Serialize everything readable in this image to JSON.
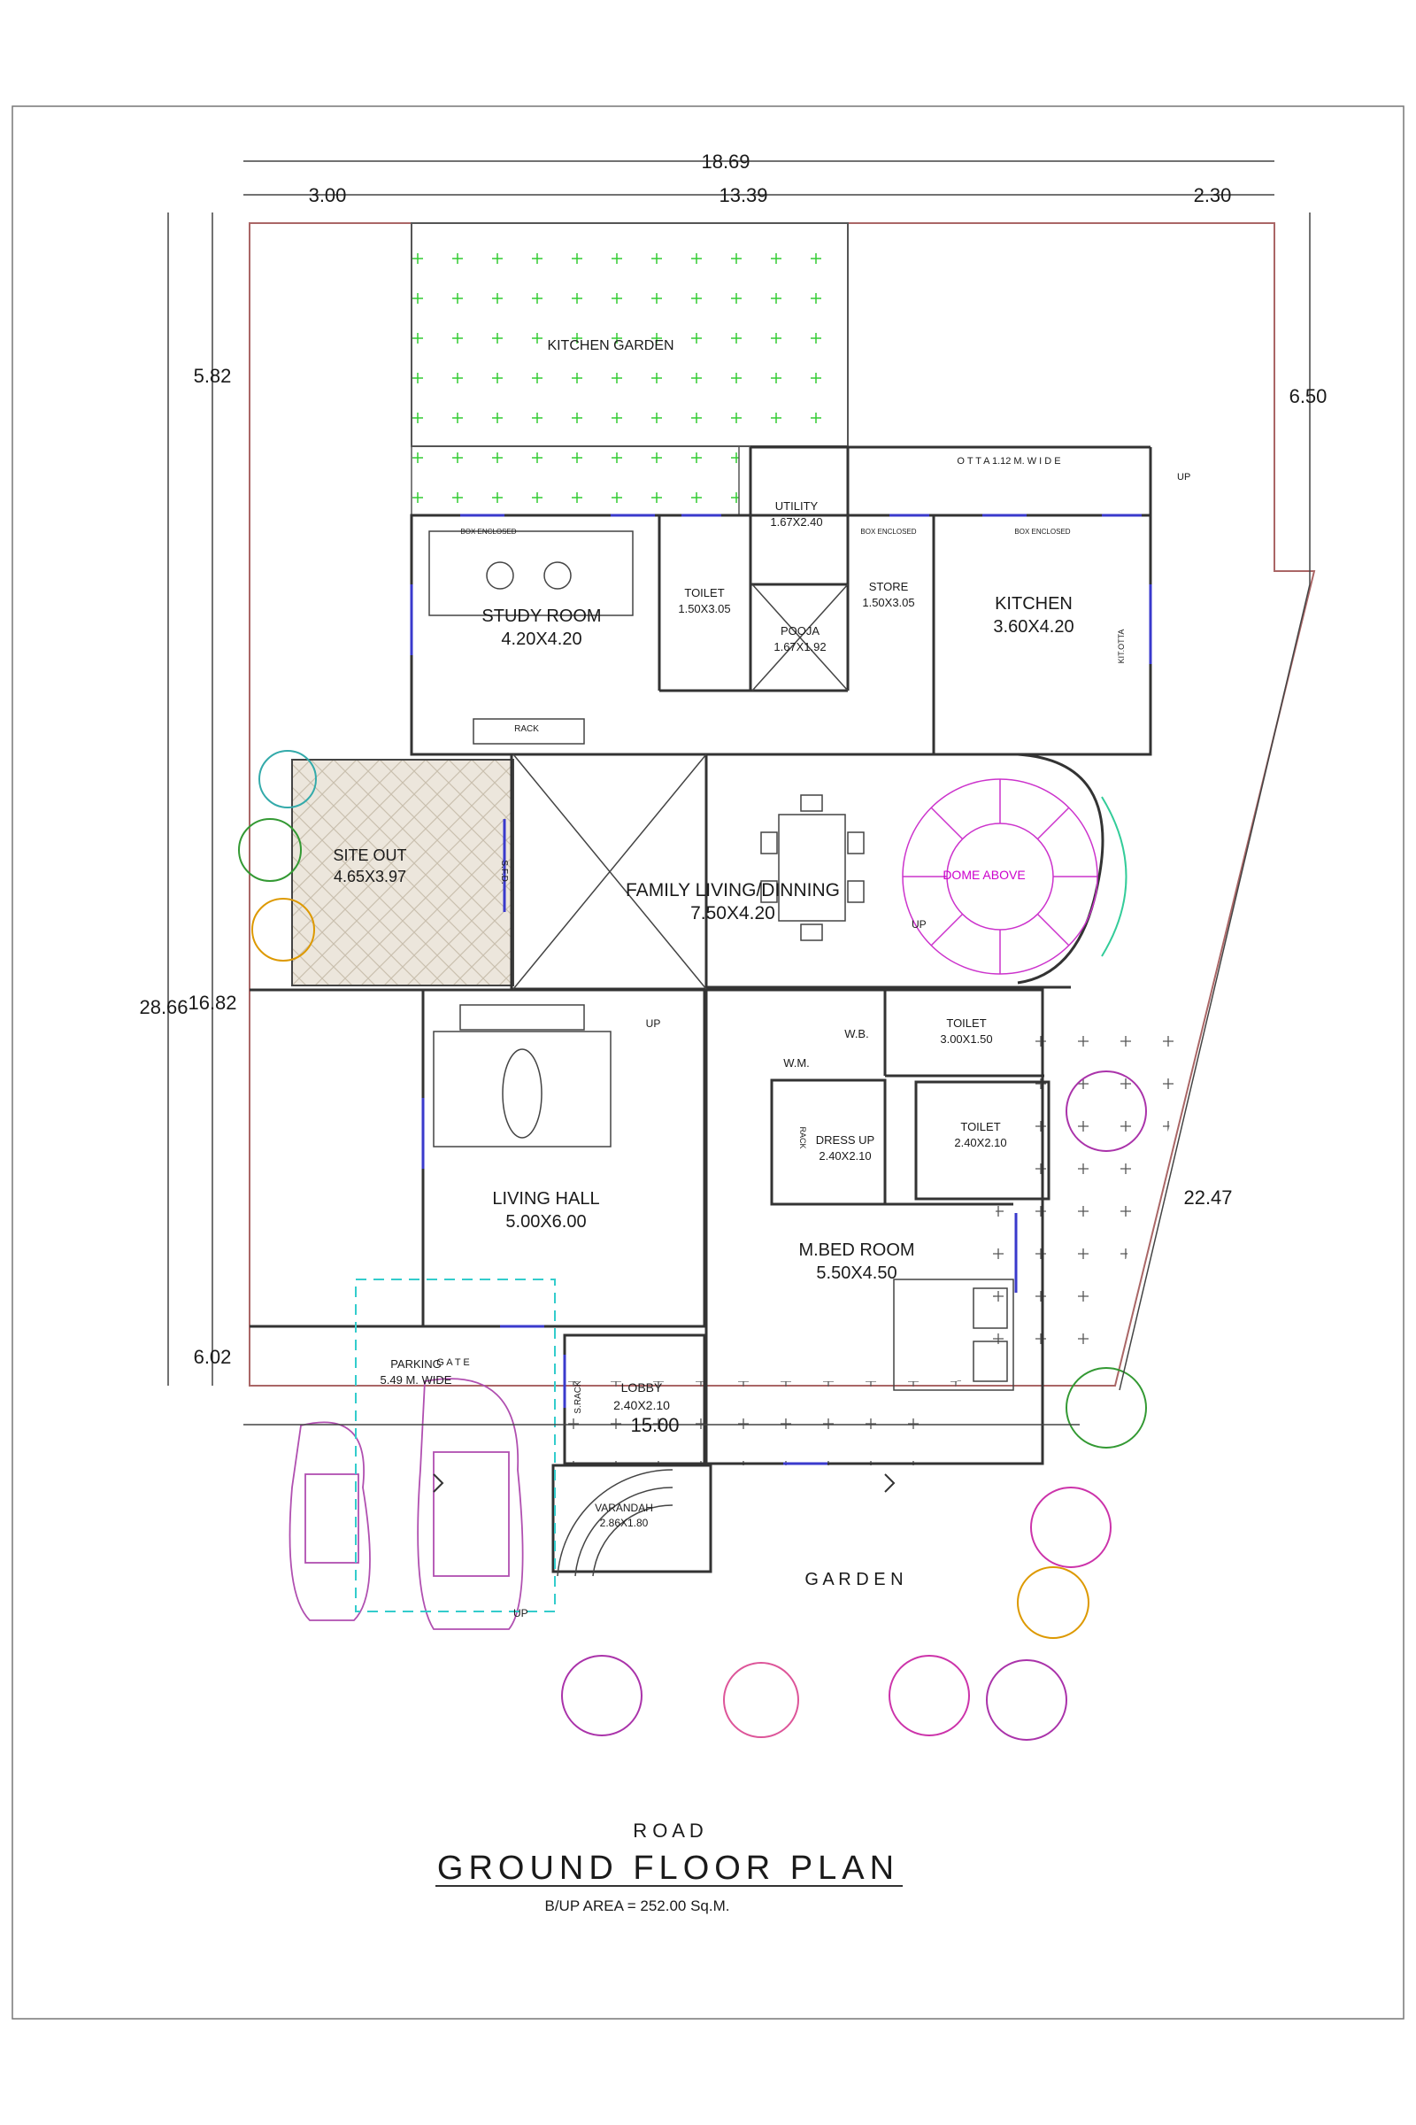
{
  "dimensions": {
    "top_total": "18.69",
    "top_left": "3.00",
    "top_mid": "13.39",
    "top_right": "2.30",
    "left_top": "5.82",
    "left_total": "28.66",
    "left_mid": "16.82",
    "left_bottom": "6.02",
    "right_top": "6.50",
    "right_diag": "22.47",
    "bottom": "15.00"
  },
  "rooms": {
    "kitchen_garden": "KITCHEN GARDEN",
    "otta": "O T T A 1.12 M. W I D E",
    "up_top": "UP",
    "utility_name": "UTILITY",
    "utility_size": "1.67X2.40",
    "box1": "BOX ENCLOSED",
    "box2": "BOX ENCLOSED",
    "box3": "BOX ENCLOSED",
    "study_name": "STUDY ROOM",
    "study_size": "4.20X4.20",
    "rack": "RACK",
    "toilet1_name": "TOILET",
    "toilet1_size": "1.50X3.05",
    "pooja_name": "POOJA",
    "pooja_size": "1.67X1.92",
    "store_name": "STORE",
    "store_size": "1.50X3.05",
    "kitchen_name": "KITCHEN",
    "kitchen_size": "3.60X4.20",
    "kit_otta": "KIT.OTTA",
    "siteout_name": "SITE OUT",
    "siteout_size": "4.65X3.97",
    "sfd": "S.F.D.",
    "family_name": "FAMILY LIVING/DINNING",
    "family_size": "7.50X4.20",
    "dome": "DOME ABOVE",
    "up_stair": "UP",
    "up_hall": "UP",
    "wb": "W.B.",
    "wm": "W.M.",
    "toilet2_name": "TOILET",
    "toilet2_size": "3.00X1.50",
    "toilet3_name": "TOILET",
    "toilet3_size": "2.40X2.10",
    "dress_name": "DRESS UP",
    "dress_size": "2.40X2.10",
    "rack2": "RACK",
    "living_name": "LIVING HALL",
    "living_size": "5.00X6.00",
    "mbed_name": "M.BED ROOM",
    "mbed_size": "5.50X4.50",
    "parking_name": "PARKING",
    "parking_size": "5.49 M. WIDE",
    "srack": "S.RACK",
    "lobby_name": "LOBBY",
    "lobby_size": "2.40X2.10",
    "varandah_name": "VARANDAH",
    "varandah_size": "2.86X1.80",
    "up_varandah": "UP",
    "garden": "G A R D E N",
    "gate": "G   A   T   E"
  },
  "footer": {
    "road": "R        O        A        D",
    "title": "GROUND FLOOR PLAN",
    "area": "B/UP AREA = 252.00 Sq.M."
  },
  "colors": {
    "line": "#333333",
    "window": "#3a3acc",
    "kitchen_garden_plus": "#33cc33",
    "stair_magenta": "#cc33cc",
    "dome_text": "#cc00cc",
    "parking_dash": "#33cccc",
    "site_out_fill": "#e8e2d8"
  }
}
